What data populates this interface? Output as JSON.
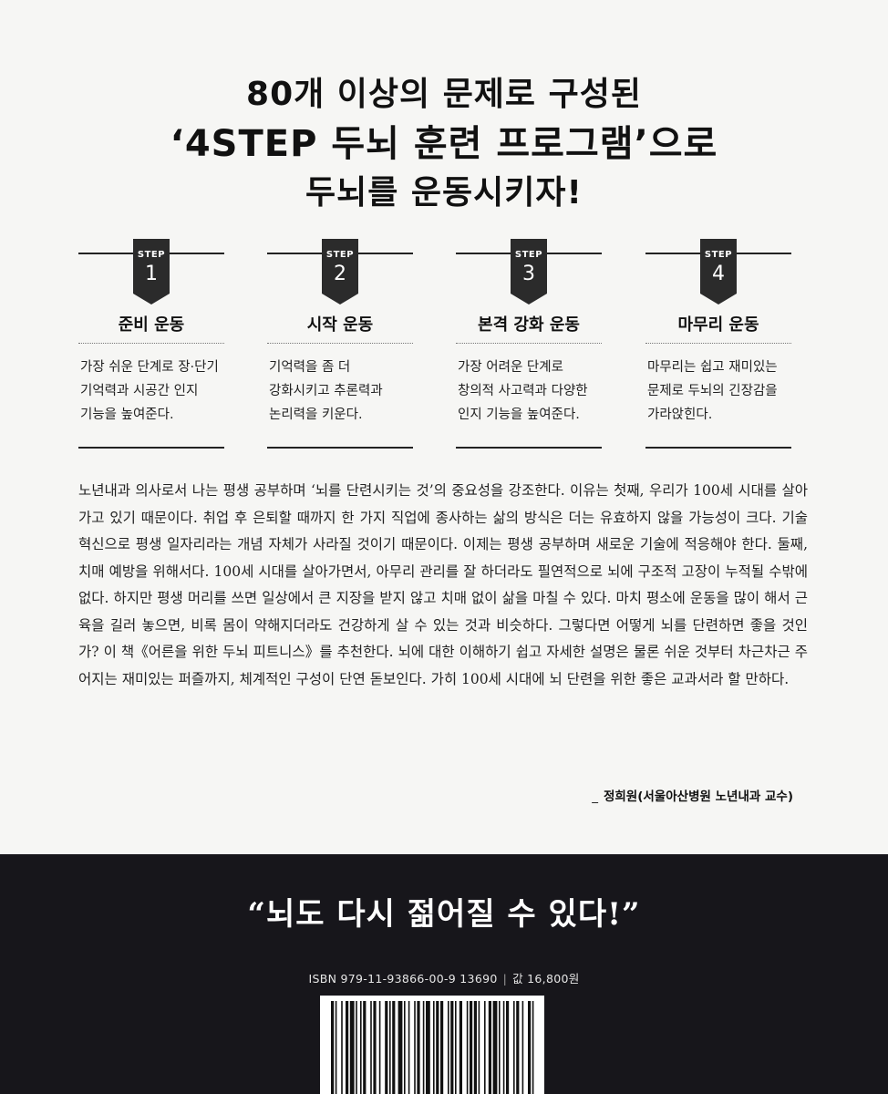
{
  "headline": {
    "line1": "80개 이상의 문제로 구성된",
    "line2": "‘4STEP 두뇌 훈련 프로그램’으로",
    "line3": "두뇌를 운동시키자!"
  },
  "steps": [
    {
      "label": "STEP",
      "number": "1",
      "title": "준비 운동",
      "description": "가장 쉬운 단계로 장·단기 기억력과 시공간 인지 기능을 높여준다."
    },
    {
      "label": "STEP",
      "number": "2",
      "title": "시작 운동",
      "description": "기억력을 좀 더 강화시키고 추론력과 논리력을 키운다."
    },
    {
      "label": "STEP",
      "number": "3",
      "title": "본격 강화 운동",
      "description": "가장 어려운 단계로 창의적 사고력과 다양한 인지 기능을 높여준다."
    },
    {
      "label": "STEP",
      "number": "4",
      "title": "마무리 운동",
      "description": "마무리는 쉽고 재미있는 문제로 두뇌의 긴장감을 가라앉힌다."
    }
  ],
  "body_text": "노년내과 의사로서 나는 평생 공부하며 ‘뇌를 단련시키는 것’의 중요성을 강조한다. 이유는 첫째, 우리가 100세 시대를 살아가고 있기 때문이다. 취업 후 은퇴할 때까지 한 가지 직업에 종사하는 삶의 방식은 더는 유효하지 않을 가능성이 크다. 기술 혁신으로 평생 일자리라는 개념 자체가 사라질 것이기 때문이다. 이제는 평생 공부하며 새로운 기술에 적응해야 한다. 둘째, 치매 예방을 위해서다. 100세 시대를 살아가면서, 아무리 관리를 잘 하더라도 필연적으로 뇌에 구조적 고장이 누적될 수밖에 없다. 하지만 평생 머리를 쓰면 일상에서 큰 지장을 받지 않고 치매 없이 삶을 마칠 수 있다. 마치 평소에 운동을 많이 해서 근육을 길러 놓으면, 비록 몸이 약해지더라도 건강하게 살 수 있는 것과 비슷하다. 그렇다면 어떻게 뇌를 단련하면 좋을 것인가? 이 책《어른을 위한 두뇌 피트니스》를 추천한다. 뇌에 대한 이해하기 쉽고 자세한 설명은 물론 쉬운 것부터 차근차근 주어지는 재미있는 퍼즐까지, 체계적인 구성이 단연 돋보인다. 가히 100세 시대에 뇌 단련을 위한 좋은 교과서라 할 만하다.",
  "author": {
    "dash": "_",
    "name": "정희원(서울아산병원 노년내과 교수)"
  },
  "quote": "“뇌도 다시 젊어질 수 있다!”",
  "isbn": {
    "code": "ISBN 979-11-93866-00-9 13690",
    "separator": "|",
    "price": "값 16,800원"
  },
  "colors": {
    "background": "#f6f6f4",
    "dark_band": "#17161b",
    "badge": "#2b2b2b",
    "text": "#1c1c1c"
  }
}
